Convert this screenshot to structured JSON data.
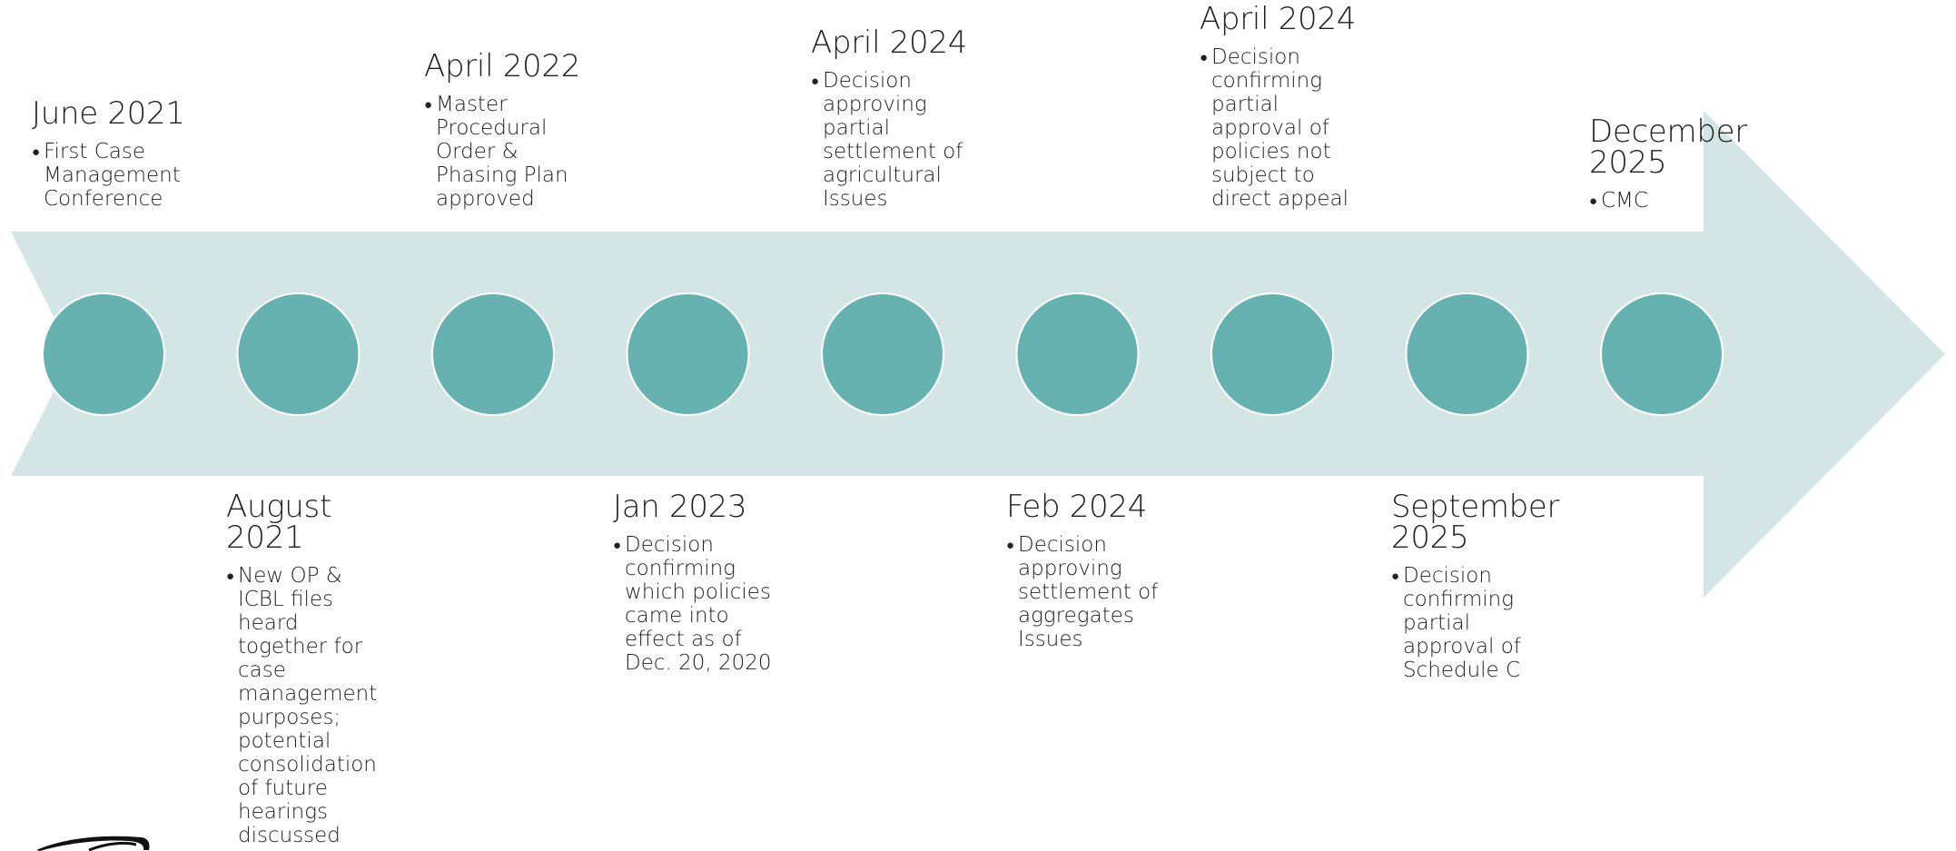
{
  "colors": {
    "arrow": "#d3e5e5",
    "circle": "#66b2b0",
    "circle_border": "#ffffff",
    "text": "#222222"
  },
  "timeline": {
    "milestones": [
      {
        "date": "June 2021",
        "text": "First Case\nManagement\nConference",
        "position": "above"
      },
      {
        "date": "August\n2021",
        "text": "New OP &\nICBL files\nheard\ntogether for\ncase\nmanagement\npurposes;\npotential\nconsolidation\nof future\nhearings\ndiscussed",
        "position": "below"
      },
      {
        "date": "April 2022",
        "text": "Master\nProcedural\nOrder &\nPhasing Plan\napproved",
        "position": "above"
      },
      {
        "date": "Jan 2023",
        "text": "Decision\nconfirming\nwhich policies\ncame into\neffect as of\nDec. 20, 2020",
        "position": "below"
      },
      {
        "date": "April 2024",
        "text": "Decision\napproving\npartial\nsettlement of\nagricultural\nIssues",
        "position": "above"
      },
      {
        "date": "Feb 2024",
        "text": "Decision\napproving\nsettlement of\naggregates\nIssues",
        "position": "below"
      },
      {
        "date": "April 2024",
        "text": "Decision\nconfirming\npartial\napproval of\npolicies not\nsubject to\ndirect appeal",
        "position": "above"
      },
      {
        "date": "September\n2025",
        "text": "Decision\nconfirming\npartial\napproval of\nSchedule C",
        "position": "below"
      },
      {
        "date": "December\n2025",
        "text": "CMC",
        "position": "above"
      }
    ]
  },
  "logo": {
    "icon": "logo-swoosh-icon"
  }
}
